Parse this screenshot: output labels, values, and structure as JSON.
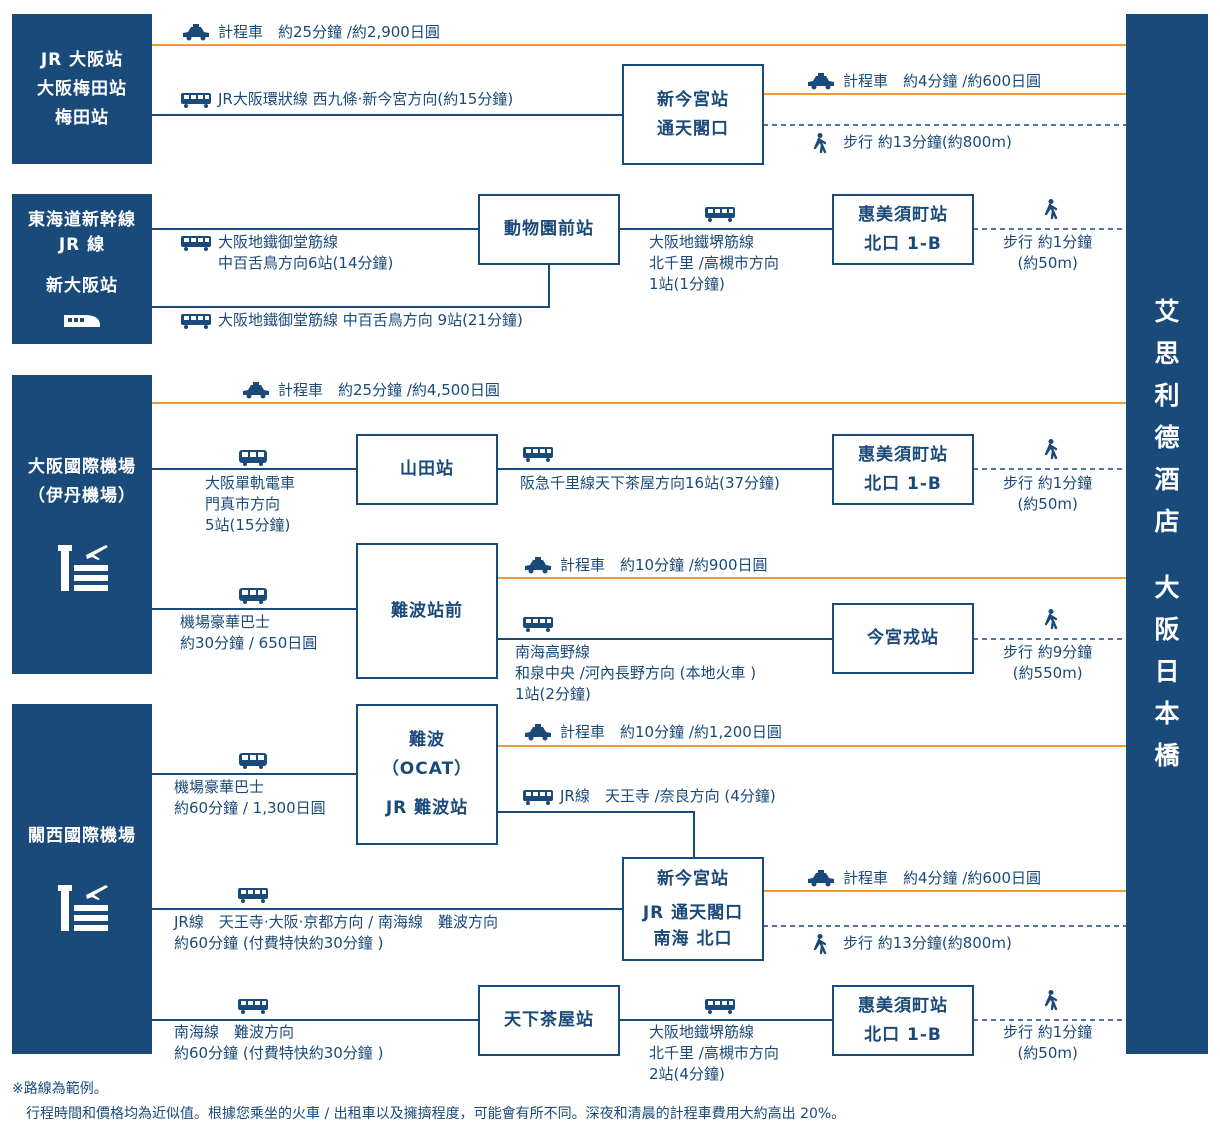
{
  "colors": {
    "navy": "#1a4a7a",
    "orange": "#f29a38",
    "white": "#ffffff"
  },
  "hotel": {
    "chars": [
      "艾",
      "思",
      "利",
      "德",
      "酒",
      "店",
      "",
      "大",
      "阪",
      "日",
      "本",
      "橋"
    ]
  },
  "origins": {
    "osaka": [
      "JR 大阪站",
      "大阪梅田站",
      "梅田站"
    ],
    "shinosaka_top": [
      "東海道新幹線",
      "JR 線"
    ],
    "shinosaka_bottom": "新大阪站",
    "itami": [
      "大阪國際機場",
      "（伊丹機場）"
    ],
    "kansai": "關西國際機場"
  },
  "stations": {
    "shinimamiya1": [
      "新今宮站",
      "通天閣口"
    ],
    "dobutsuen": "動物園前站",
    "ebisucho1": [
      "惠美須町站",
      "北口 1-B"
    ],
    "yamada": "山田站",
    "ebisucho2": [
      "惠美須町站",
      "北口 1-B"
    ],
    "namba_mae": "難波站前",
    "imamiya": "今宮戎站",
    "namba": [
      "難波",
      "（OCAT）",
      "",
      "JR 難波站"
    ],
    "shinimamiya2": [
      "新今宮站",
      "",
      "JR 通天閣口",
      "南海 北口"
    ],
    "tengachaya": "天下茶屋站",
    "ebisucho3": [
      "惠美須町站",
      "北口 1-B"
    ]
  },
  "routes": {
    "r1_taxi": "計程車　約25分鐘 /約2,900日圓",
    "r1_train": "JR大阪環狀線 西九條‧新今宮方向(約15分鐘)",
    "r1_taxi2": "計程車　約4分鐘 /約600日圓",
    "r1_walk": "步行 約13分鐘(約800m)",
    "r2_metro1": [
      "大阪地鐵御堂筋線",
      "中百舌鳥方向6站(14分鐘)"
    ],
    "r2_metro2": "大阪地鐵御堂筋線 中百舌鳥方向 9站(21分鐘)",
    "r2_sakaisuji": [
      "大阪地鐵堺筋線",
      "北千里 /高槻市方向",
      "1站(1分鐘)"
    ],
    "r2_walk": [
      "步行 約1分鐘",
      "(約50m)"
    ],
    "r3_taxi": "計程車　約25分鐘 /約4,500日圓",
    "r3_monorail": [
      "大阪單軌電車",
      "門真市方向",
      "5站(15分鐘)"
    ],
    "r3_hankyu": "阪急千里線天下茶屋方向16站(37分鐘)",
    "r3_walk": [
      "步行 約1分鐘",
      "(約50m)"
    ],
    "r3_bus": [
      "機場豪華巴士",
      "約30分鐘 / 650日圓"
    ],
    "r3_taxi2": "計程車　約10分鐘 /約900日圓",
    "r3_nankai": [
      "南海高野線",
      "和泉中央 /河內長野方向 (本地火車 )",
      "1站(2分鐘)"
    ],
    "r3_walk2": [
      "步行 約9分鐘",
      "(約550m)"
    ],
    "r4_bus": [
      "機場豪華巴士",
      "約60分鐘 / 1,300日圓"
    ],
    "r4_taxi": "計程車　約10分鐘 /約1,200日圓",
    "r4_jr": "JR線　天王寺 /奈良方向 (4分鐘)",
    "r4_train": [
      "JR線　天王寺‧大阪‧京都方向 / 南海線　難波方向",
      "約60分鐘 (付費特快約30分鐘 )"
    ],
    "r4_taxi2": "計程車　約4分鐘 /約600日圓",
    "r4_walk": "步行 約13分鐘(約800m)",
    "r4_nankai": [
      "南海線　難波方向",
      "約60分鐘 (付費特快約30分鐘 )"
    ],
    "r4_sakaisuji": [
      "大阪地鐵堺筋線",
      "北千里 /高槻市方向",
      "2站(4分鐘)"
    ],
    "r4_walk2": [
      "步行 約1分鐘",
      "(約50m)"
    ]
  },
  "footnote": {
    "line1": "※路線為範例。",
    "line2": "　行程時間和價格均為近似值。根據您乘坐的火車 / 出租車以及擁擠程度，可能會有所不同。深夜和清晨的計程車費用大約高出 20%。"
  },
  "icons": [
    "taxi-icon",
    "train-icon",
    "walk-icon",
    "bus-icon",
    "shinkansen-icon",
    "airport-icon"
  ]
}
